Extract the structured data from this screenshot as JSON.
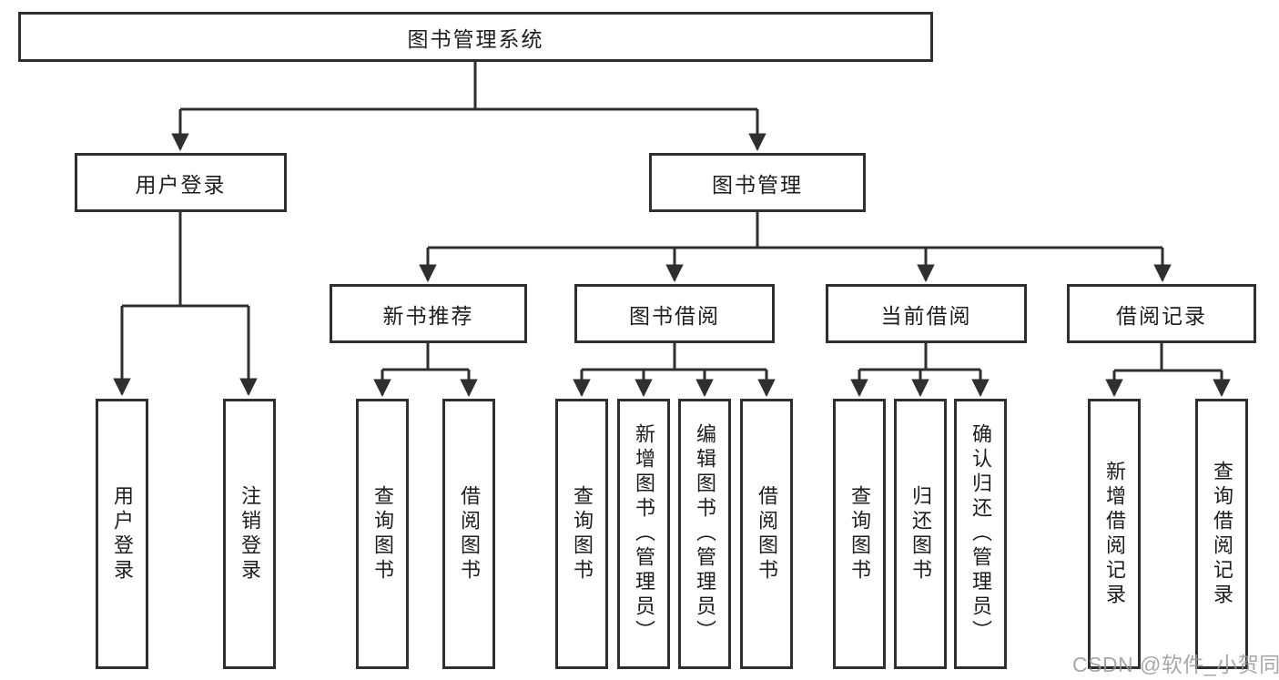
{
  "diagram": {
    "root": {
      "label": "图书管理系统"
    },
    "user_login": {
      "label": "用户登录",
      "children": [
        {
          "label": "用户登录"
        },
        {
          "label": "注销登录"
        }
      ]
    },
    "book_mgmt": {
      "label": "图书管理",
      "children": [
        {
          "label": "新书推荐",
          "children": [
            {
              "label": "查询图书"
            },
            {
              "label": "借阅图书"
            }
          ]
        },
        {
          "label": "图书借阅",
          "children": [
            {
              "label": "查询图书"
            },
            {
              "label": "新增图书（管理员）"
            },
            {
              "label": "编辑图书（管理员）"
            },
            {
              "label": "借阅图书"
            }
          ]
        },
        {
          "label": "当前借阅",
          "children": [
            {
              "label": "查询图书"
            },
            {
              "label": "归还图书"
            },
            {
              "label": "确认归还（管理员）"
            }
          ]
        },
        {
          "label": "借阅记录",
          "children": [
            {
              "label": "新增借阅记录"
            },
            {
              "label": "查询借阅记录"
            }
          ]
        }
      ]
    }
  },
  "watermark": {
    "text": "CSDN @软件_小贺同学"
  },
  "colors": {
    "line": "#2f2f2f",
    "box_border": "#2f2f2f",
    "text": "#1d1d1d",
    "watermark": "#989898",
    "background": "#ffffff"
  }
}
